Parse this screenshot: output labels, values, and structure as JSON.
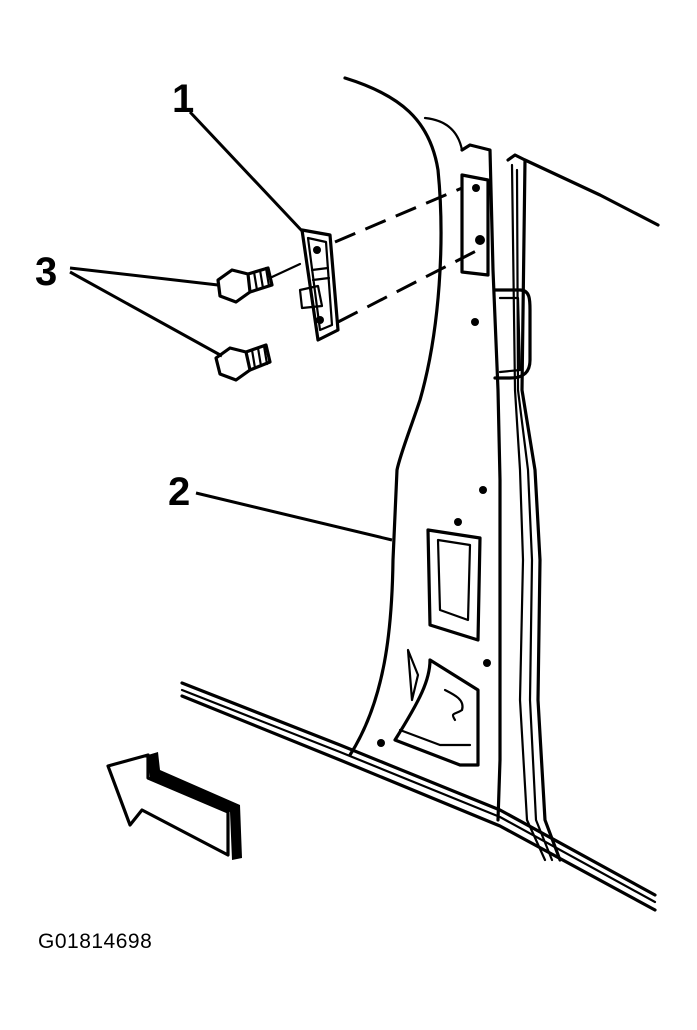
{
  "callouts": {
    "c1": "1",
    "c2": "2",
    "c3": "3"
  },
  "figure_id": "G01814698",
  "icons": {
    "direction_arrow": "forward-arrow-icon",
    "bolt": "bolt-icon"
  }
}
